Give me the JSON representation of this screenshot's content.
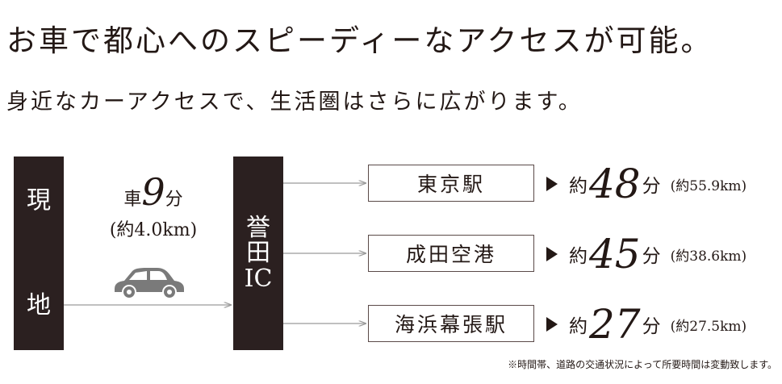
{
  "headline": "お車で都心へのスピーディーなアクセスが可能。",
  "subhead": "身近なカーアクセスで、生活圏はさらに広がります。",
  "origin": {
    "char1": "現",
    "char2": "地"
  },
  "drive": {
    "prefix": "車",
    "minutes": "9",
    "unit": "分",
    "distance": "(約4.0km)"
  },
  "interchange": {
    "line1": "誉",
    "line2": "田",
    "line3": "IC"
  },
  "destinations": [
    {
      "name": "東京駅",
      "prefix": "約",
      "minutes": "48",
      "unit": "分",
      "distance": "(約55.9km)"
    },
    {
      "name": "成田空港",
      "prefix": "約",
      "minutes": "45",
      "unit": "分",
      "distance": "(約38.6km)"
    },
    {
      "name": "海浜幕張駅",
      "prefix": "約",
      "minutes": "27",
      "unit": "分",
      "distance": "(約27.5km)"
    }
  ],
  "note": "※時間帯、道路の交通状況によって所要時間は変動致します。",
  "colors": {
    "box": "#2b2020",
    "text": "#231815",
    "line": "#9a9a9a",
    "car": "#7a7a7a"
  }
}
